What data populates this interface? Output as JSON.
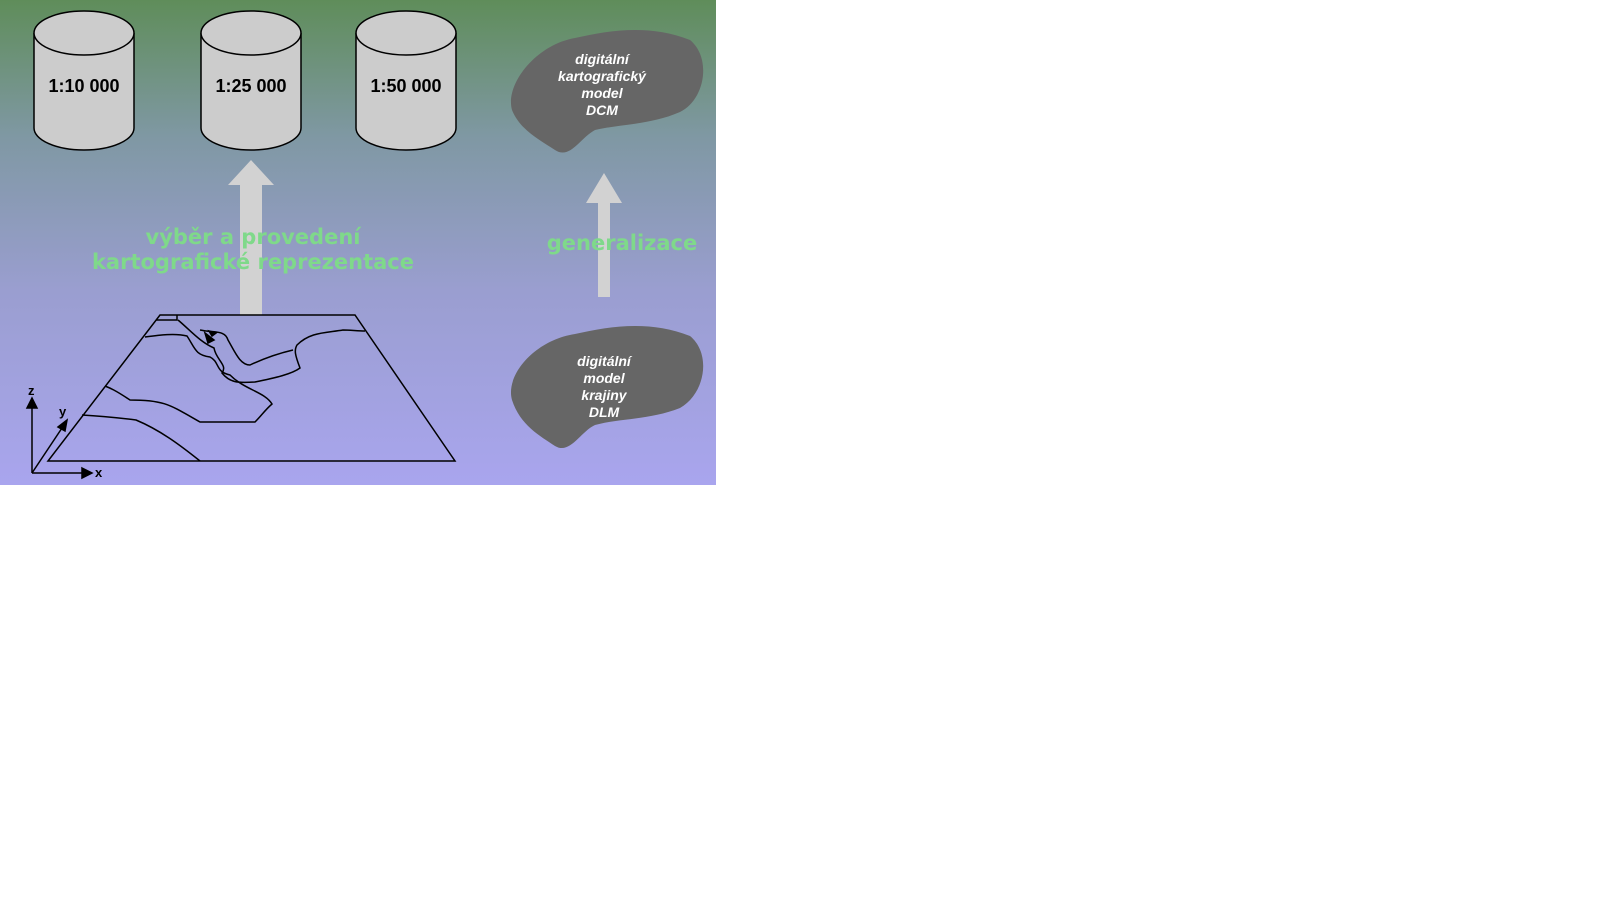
{
  "databases": [
    {
      "label": "1:10 000"
    },
    {
      "label": "1:25 000"
    },
    {
      "label": "1:50 000"
    }
  ],
  "dcm": {
    "lines": [
      "digitální",
      "kartografický",
      "model",
      "DCM"
    ]
  },
  "dlm": {
    "lines": [
      "digitální",
      "model",
      "krajiny",
      "DLM"
    ]
  },
  "process_left": {
    "lines": [
      "výběr a provedení",
      "kartografické reprezentace"
    ]
  },
  "process_right": {
    "label": "generalizace"
  },
  "axes": {
    "x": "x",
    "y": "y",
    "z": "z"
  },
  "colors": {
    "cylinder_fill": "#cccccc",
    "blob_fill": "#666666",
    "arrow_fill": "#d2d2d2",
    "process_text": "#7fd98a"
  }
}
